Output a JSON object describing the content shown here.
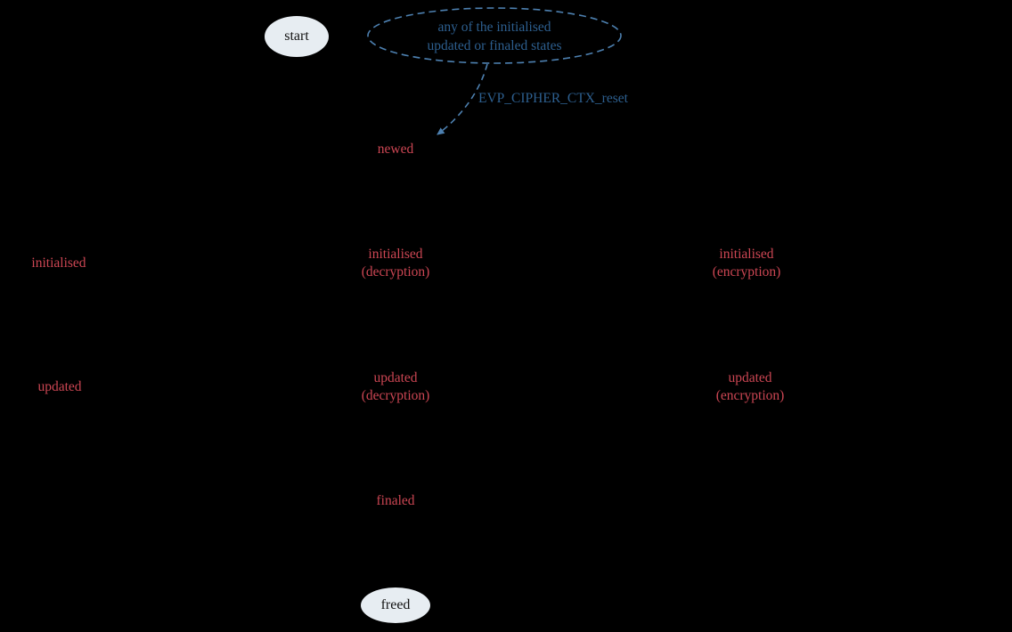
{
  "colors": {
    "background": "#000000",
    "state_text": "#cc4653",
    "transition_blue": "#2d5f8f",
    "ellipse_stroke": "#4d80b0",
    "terminal_fill": "#e7edf2",
    "terminal_text": "#111111"
  },
  "nodes": {
    "start": {
      "label": "start"
    },
    "any_state": {
      "line1": "any of the initialised",
      "line2": "updated or finaled states"
    },
    "newed": {
      "label": "newed"
    },
    "initialised": {
      "label": "initialised"
    },
    "initialised_decryption": {
      "line1": "initialised",
      "line2": "(decryption)"
    },
    "initialised_encryption": {
      "line1": "initialised",
      "line2": "(encryption)"
    },
    "updated": {
      "label": "updated"
    },
    "updated_decryption": {
      "line1": "updated",
      "line2": "(decryption)"
    },
    "updated_encryption": {
      "line1": "updated",
      "line2": "(encryption)"
    },
    "finaled": {
      "label": "finaled"
    },
    "freed": {
      "label": "freed"
    }
  },
  "edges": {
    "reset": {
      "label": "EVP_CIPHER_CTX_reset"
    }
  }
}
